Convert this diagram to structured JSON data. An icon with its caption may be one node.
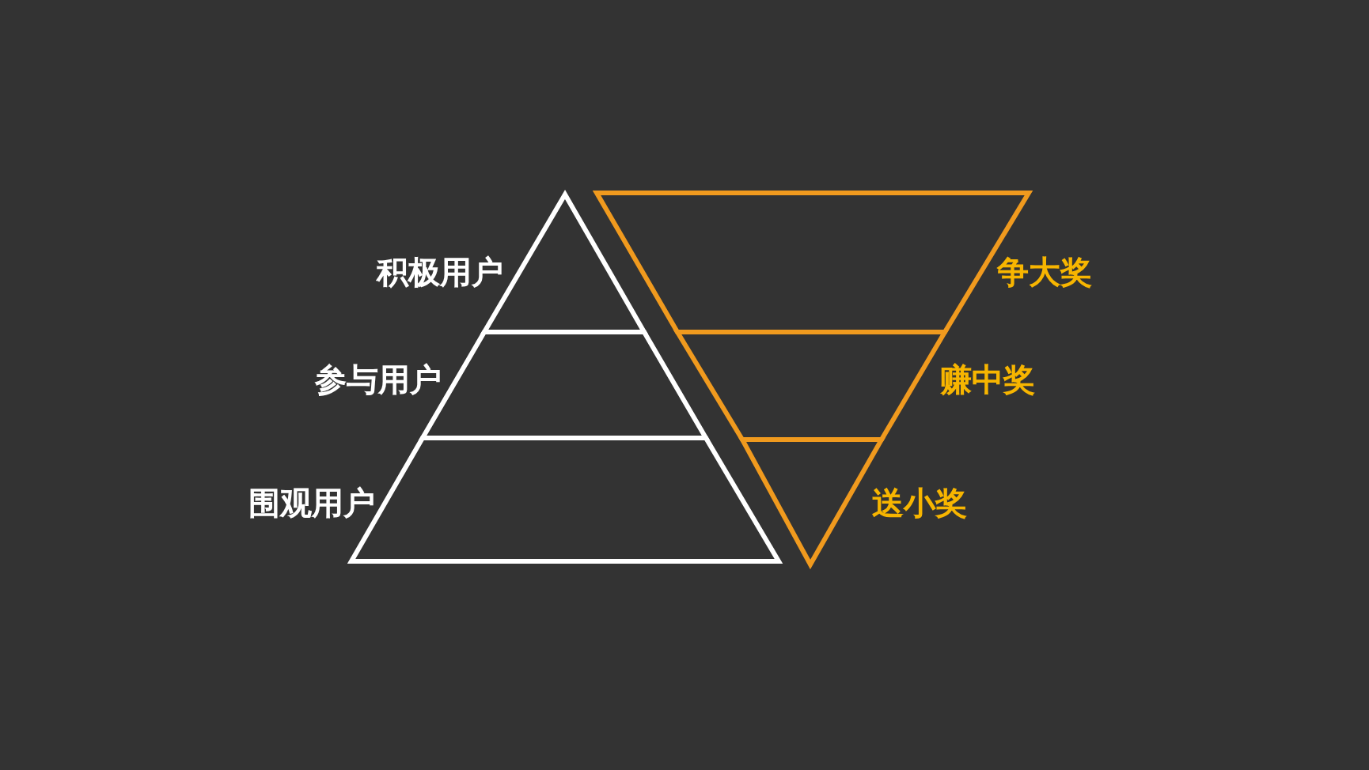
{
  "diagram": {
    "nodes": [
      {
        "text": [
          "积极用户"
        ]
      },
      {
        "text": [
          "参与用户"
        ]
      },
      {
        "text": [
          "围观用户"
        ]
      },
      {
        "text": [
          "争大奖"
        ]
      },
      {
        "text": [
          "赚中奖"
        ]
      },
      {
        "text": [
          "送小奖"
        ]
      }
    ]
  }
}
